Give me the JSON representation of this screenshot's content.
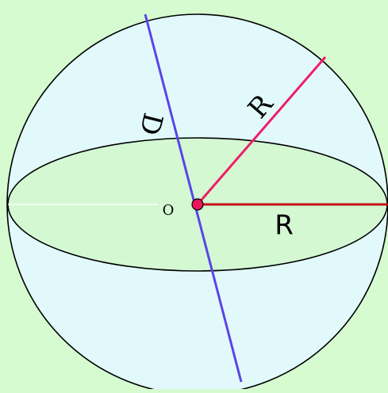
{
  "diagram": {
    "labels": {
      "diameter": "D",
      "radius_slanted": "R",
      "radius_horizontal": "R",
      "center": "O"
    },
    "colors": {
      "background": "#d6fbd0",
      "sphere_fill": "#e2f9fb",
      "equator_fill": "#d3f8d2",
      "outline": "#000000",
      "diameter_line": "#5a45e6",
      "radius_slanted_line": "#ef1f67",
      "radius_horizontal_line": "#c40b16",
      "center_dot": "#e8175c",
      "equator_back_line": "#ffffff"
    }
  }
}
